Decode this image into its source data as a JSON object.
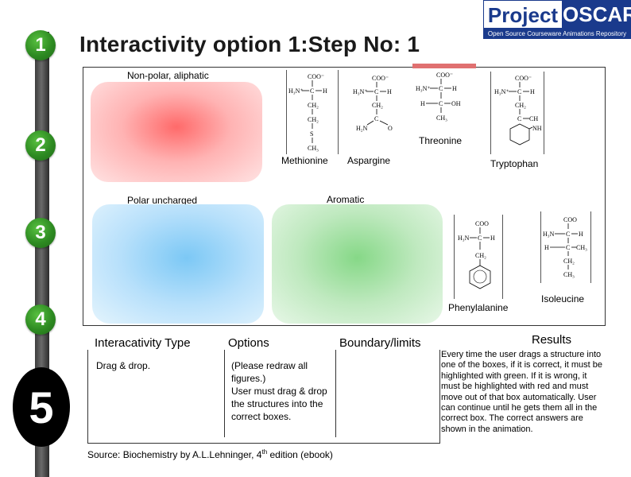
{
  "title": "Interactivity option 1:Step No: 1",
  "logo": {
    "main_left": "Project",
    "main_right": "OSCAR",
    "subtitle": "Open Source Courseware Animations Repository"
  },
  "steps": [
    "1",
    "2",
    "3",
    "4",
    "5"
  ],
  "boxes": {
    "nonpolar_label": "Non-polar, aliphatic",
    "polar_label": "Polar uncharged",
    "aromatic_label": "Aromatic",
    "colors": {
      "nonpolar": "#ff6a6a",
      "polar": "#7cc8f5",
      "aromatic": "#86d887"
    }
  },
  "molecules": {
    "methionine": {
      "name": "Methionine",
      "atoms": [
        "COO⁻",
        "H₃N⁺",
        "C",
        "H",
        "CH₂",
        "CH₂",
        "S",
        "CH₃"
      ]
    },
    "aspargine": {
      "name": "Aspargine",
      "atoms": [
        "COO⁻",
        "H₃N⁺",
        "C",
        "H",
        "CH₂",
        "C",
        "H₂N",
        "O"
      ]
    },
    "threonine": {
      "name": "Threonine",
      "atoms": [
        "COO⁻",
        "H₃N⁺",
        "C",
        "H",
        "H",
        "C",
        "OH",
        "CH₃"
      ]
    },
    "tryptophan": {
      "name": "Tryptophan",
      "atoms": [
        "COO⁻",
        "H₃N⁺",
        "C",
        "H",
        "CH₂",
        "C",
        "CH",
        "NH"
      ]
    },
    "phenylalanine": {
      "name": "Phenylalanine",
      "atoms": [
        "COO",
        "H₃N",
        "C",
        "H",
        "CH₂"
      ]
    },
    "isoleucine": {
      "name": "Isoleucine",
      "atoms": [
        "COO",
        "H₃N",
        "C",
        "H",
        "H",
        "C",
        "CH₃",
        "CH₂",
        "CH₃"
      ]
    }
  },
  "table": {
    "headers": {
      "type": "Interacativity Type",
      "options": "Options",
      "boundary": "Boundary/limits",
      "results": "Results"
    },
    "type_value": "Drag & drop.",
    "options_value": "(Please redraw all figures.)\nUser must drag & drop the structures into the correct boxes.",
    "results_value": "Every time the user drags a structure into one of the boxes, if it is correct, it must be highlighted with green. If it is wrong, it must be highlighted with red and must move out of that box automatically. User can continue until he gets them all in the correct box. The correct answers are shown in the animation."
  },
  "source": {
    "prefix": "Source: Biochemistry by A.L.Lehninger, 4",
    "sup": "th",
    "suffix": " edition (ebook)"
  }
}
